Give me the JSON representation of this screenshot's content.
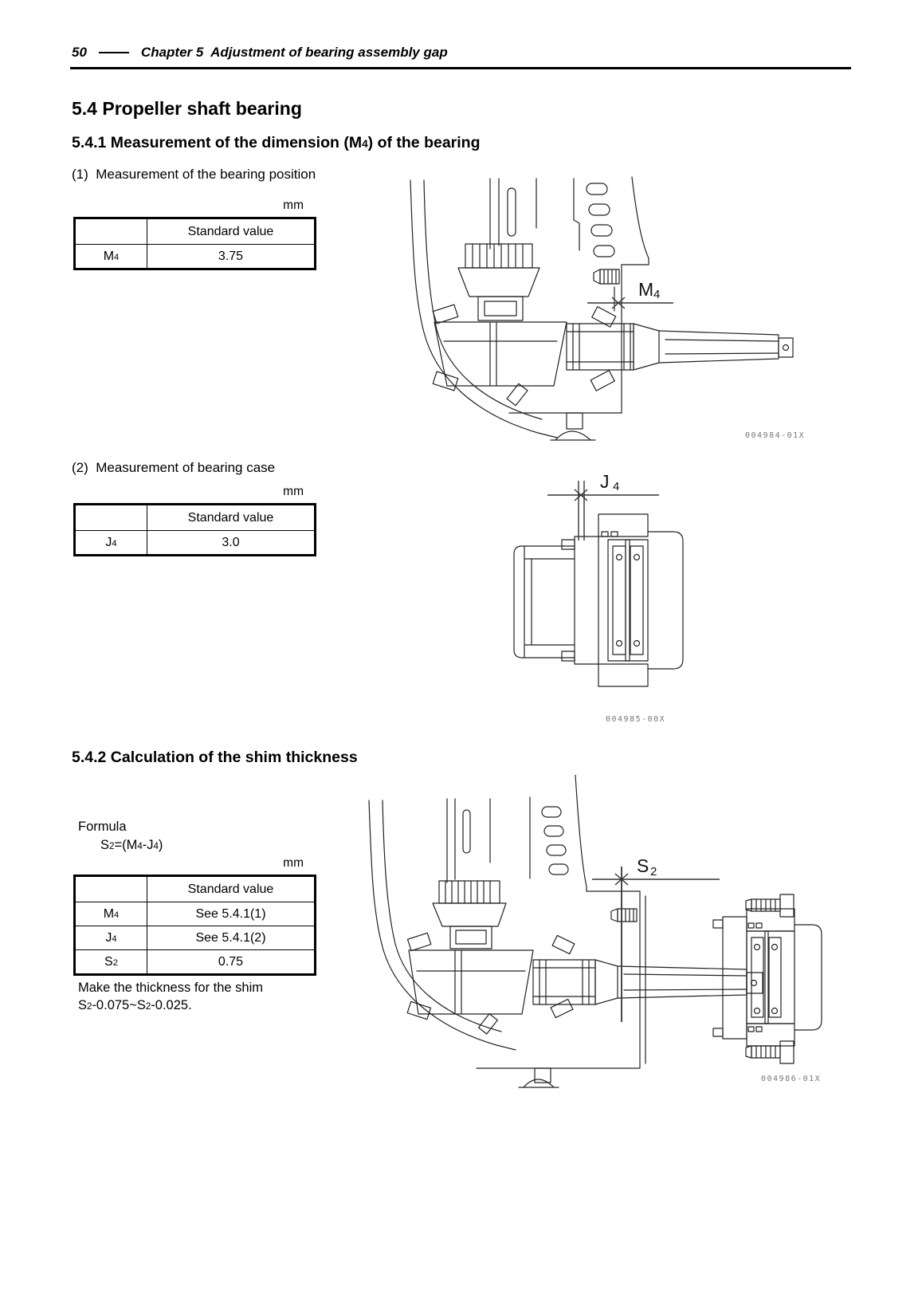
{
  "header": {
    "page_number": "50",
    "chapter_title": "Chapter 5  Adjustment of bearing assembly gap"
  },
  "unit_label": "mm",
  "headings": {
    "s54": "5.4 Propeller shaft bearing",
    "s541_pre": "5.4.1 Measurement of the dimension (M",
    "s541_sub": "4",
    "s541_post": ") of the bearing",
    "s542": "5.4.2 Calculation of the shim thickness"
  },
  "items": {
    "item1": "(1)  Measurement of the bearing position",
    "item2": "(2)  Measurement of bearing case"
  },
  "tables": {
    "t1": {
      "col_header": "Standard value",
      "row_label_base": "M",
      "row_label_sub": "4",
      "row_value": "3.75"
    },
    "t2": {
      "col_header": "Standard value",
      "row_label_base": "J",
      "row_label_sub": "4",
      "row_value": "3.0"
    },
    "t3": {
      "col_header": "Standard value",
      "rows": [
        {
          "label_base": "M",
          "label_sub": "4",
          "value": "See 5.4.1(1)"
        },
        {
          "label_base": "J",
          "label_sub": "4",
          "value": "See 5.4.1(2)"
        },
        {
          "label_base": "S",
          "label_sub": "2",
          "value": "0.75"
        }
      ]
    }
  },
  "formula": {
    "heading": "Formula",
    "p0": "S",
    "s0": "2",
    "p1": "=(M",
    "s1": "4",
    "p2": "-J",
    "s2": "4",
    "p3": ")"
  },
  "note": {
    "line1": "Make the thickness for the shim",
    "p0": "S",
    "s0": "2",
    "p1": "-0.075~S",
    "s1": "2",
    "p2": "-0.025."
  },
  "figures": {
    "fig1": {
      "dim_base": "M",
      "dim_sub": "4",
      "code": "004984-01X"
    },
    "fig2": {
      "dim_base": "J",
      "dim_sub": "4",
      "code": "004985-00X"
    },
    "fig3": {
      "dim_base": "S",
      "dim_sub": "2",
      "code": "004986-01X"
    }
  }
}
